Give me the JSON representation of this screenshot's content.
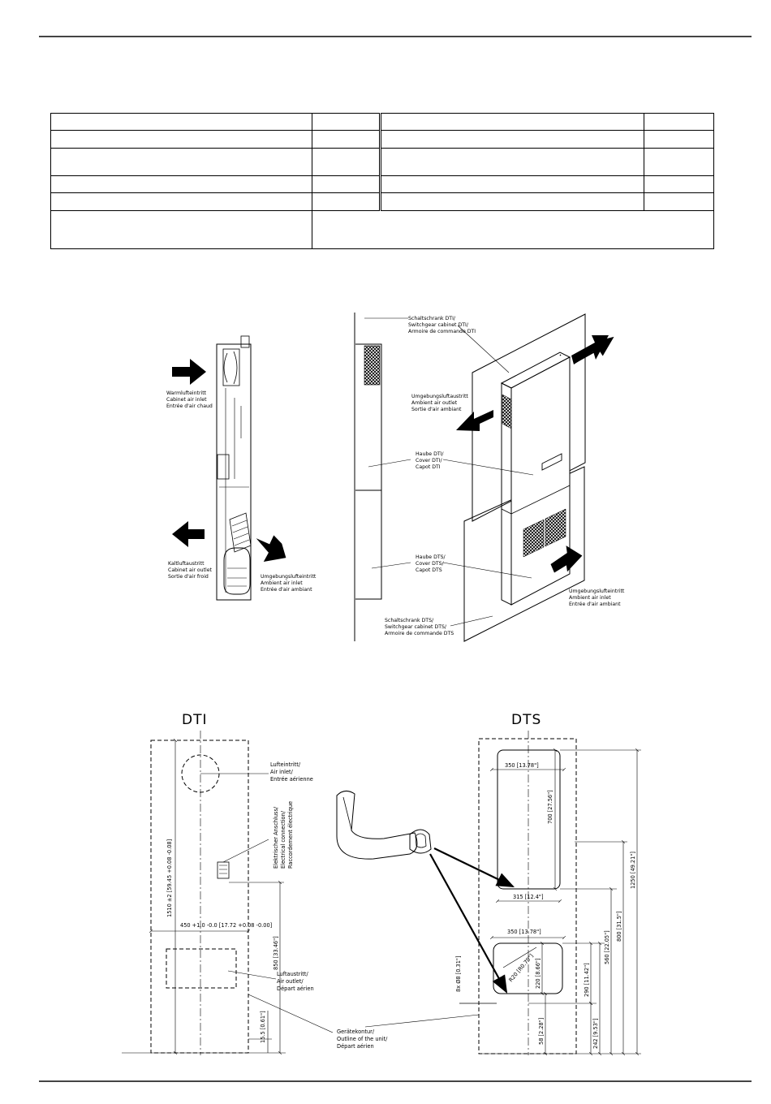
{
  "table": {
    "rows": [
      [
        "",
        "",
        "",
        ""
      ],
      [
        "",
        "",
        "",
        ""
      ],
      [
        "",
        "",
        "",
        ""
      ],
      [
        "",
        "",
        "",
        ""
      ],
      [
        "",
        "",
        "",
        ""
      ]
    ],
    "last_row": [
      "",
      ""
    ]
  },
  "side_view": {
    "warm_inlet": [
      "Warmlufteintritt",
      "Cabinet air inlet",
      "Entrée d'air chaud"
    ],
    "cold_outlet": [
      "Kaltluftaustritt",
      "Cabinet air outlet",
      "Sortie d'air froid"
    ],
    "ambient_inlet": [
      "Umgebungslufteintritt",
      "Ambient air inlet",
      "Entrée d'air ambiant"
    ]
  },
  "iso_view": {
    "cabinet_dti": [
      "Schaltschrank DTI/",
      "Switchgear cabinet DTI/",
      "Armoire de commande DTI"
    ],
    "ambient_outlet": [
      "Umgebungsluftaustritt",
      "Ambient air outlet",
      "Sortie d'air ambiant"
    ],
    "cover_dti": [
      "Haube DTI/",
      "Cover DTI/",
      "Capot DTI"
    ],
    "cover_dts": [
      "Haube DTS/",
      "Cover DTS/",
      "Capot DTS"
    ],
    "ambient_inlet": [
      "Umgebungslufteintritt",
      "Ambient air inlet",
      "Entrée d'air ambiant"
    ],
    "cabinet_dts": [
      "Schaltschrank DTS/",
      "Switchgear cabinet DTS/",
      "Armoire de commande DTS"
    ]
  },
  "drawing": {
    "dti_title": "DTI",
    "dts_title": "DTS",
    "air_inlet": [
      "Lufteintritt/",
      "Air inlet/",
      "Entrée aérienne"
    ],
    "electrical": [
      "Elektrischer Anschluss/",
      "Electrical connection/",
      "Raccordement électrique"
    ],
    "air_outlet": [
      "Luftaustritt/",
      "Air outlet/",
      "Départ aérien"
    ],
    "outline": [
      "Gerätekontur/",
      "Outline of the unit/",
      "Départ aérien"
    ],
    "dims": {
      "dti_height": "1510 ±2 [59.45 +0.08 -0.08]",
      "dti_width": "450 +1.0 -0.0 [17.72 +0.08 -0.00]",
      "dti_850": "850 [33.46\"]",
      "dti_15": "15.5 [0.61\"]",
      "dts_350_top": "350 [13.78\"]",
      "dts_700": "700 [27.56\"]",
      "dts_315": "315 [12.4\"]",
      "dts_1250": "1250 [49.21\"]",
      "dts_800": "800 [31.5\"]",
      "dts_350_low": "350 [13.78\"]",
      "dts_560": "560 [22.05\"]",
      "dts_r20": "R20 [R0.79\"]",
      "dts_220": "220 [8.66\"]",
      "dts_290": "290 [11.42\"]",
      "dts_8x": "8x Ø8 [0.31\"]",
      "dts_58": "58 [2.28\"]",
      "dts_242": "242 [9.53\"]"
    }
  }
}
